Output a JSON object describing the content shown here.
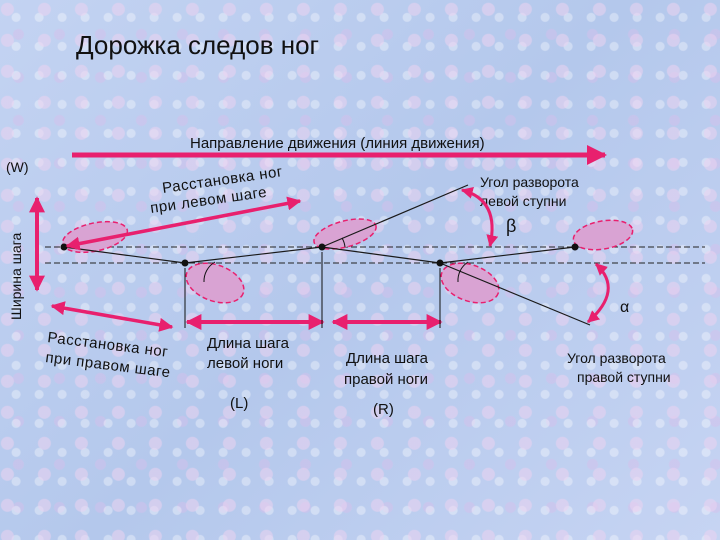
{
  "title": "Дорожка следов ног",
  "direction_label": "Направление движения (линия движения)",
  "width_label": "(W)",
  "step_width_label": "Ширина шага",
  "left_spread": {
    "line1": "Расстановка ног",
    "line2": "при левом шаге"
  },
  "right_spread": {
    "line1": "Расстановка ног",
    "line2": "при правом шаге"
  },
  "left_angle": {
    "line1": "Угол разворота",
    "line2": "левой ступни",
    "symbol": "β"
  },
  "right_angle": {
    "line1": "Угол разворота",
    "line2": "правой ступни",
    "symbol": "α"
  },
  "left_step": {
    "line1": "Длина шага",
    "line2": "левой ноги",
    "abbr": "(L)"
  },
  "right_step": {
    "line1": "Длина шага",
    "line2": "правой ноги",
    "abbr": "(R)"
  },
  "colors": {
    "arrow": "#e8206e",
    "line": "#1a1a1a",
    "foot_fill": "#d9a3d3",
    "foot_stroke": "#e8206e"
  }
}
